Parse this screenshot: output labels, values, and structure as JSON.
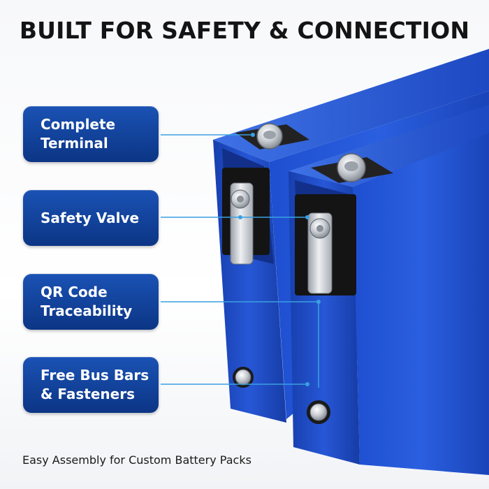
{
  "headline": "BUILT FOR SAFETY & CONNECTION",
  "labels": [
    {
      "text": "Complete\nTerminal"
    },
    {
      "text": "Safety Valve"
    },
    {
      "text": "QR Code\nTraceability"
    },
    {
      "text": "Free Bus Bars\n& Fasteners"
    }
  ],
  "caption": "Easy Assembly for Custom Battery Packs",
  "colors": {
    "label_blue": "#1546a0",
    "battery_blue": "#1f4fcf",
    "callout_line": "#3aa0e0"
  }
}
